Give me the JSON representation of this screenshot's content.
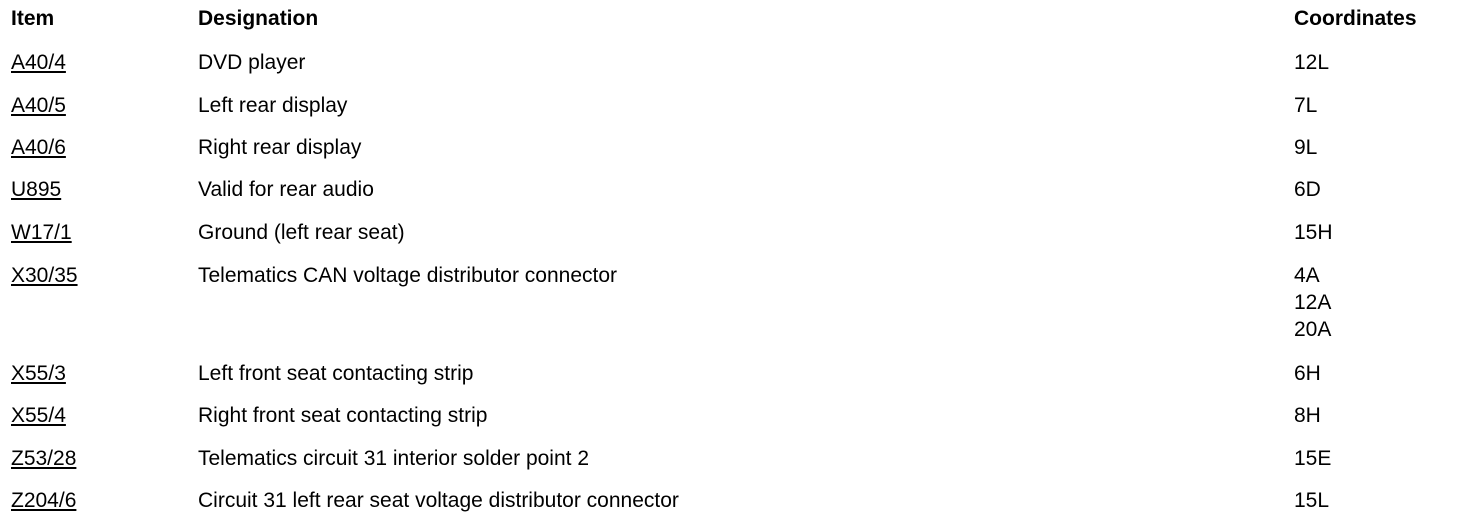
{
  "headers": {
    "item": "Item",
    "designation": "Designation",
    "coordinates": "Coordinates"
  },
  "rows": [
    {
      "item": "A40/4",
      "designation": "DVD player",
      "coordinates": [
        "12L"
      ]
    },
    {
      "item": "A40/5",
      "designation": "Left rear display",
      "coordinates": [
        "7L"
      ]
    },
    {
      "item": "A40/6",
      "designation": "Right rear display",
      "coordinates": [
        "9L"
      ]
    },
    {
      "item": "U895",
      "designation": "Valid for rear audio",
      "coordinates": [
        "6D"
      ]
    },
    {
      "item": "W17/1",
      "designation": "Ground (left rear seat)",
      "coordinates": [
        "15H"
      ]
    },
    {
      "item": "X30/35",
      "designation": "Telematics CAN voltage distributor connector",
      "coordinates": [
        "4A",
        "12A",
        "20A"
      ]
    },
    {
      "item": "X55/3",
      "designation": "Left front seat contacting strip",
      "coordinates": [
        "6H"
      ]
    },
    {
      "item": "X55/4",
      "designation": "Right front seat contacting strip",
      "coordinates": [
        "8H"
      ]
    },
    {
      "item": "Z53/28",
      "designation": "Telematics circuit 31 interior solder point 2",
      "coordinates": [
        "15E"
      ]
    },
    {
      "item": "Z204/6",
      "designation": "Circuit 31 left rear seat voltage distributor connector",
      "coordinates": [
        "15L"
      ]
    }
  ]
}
